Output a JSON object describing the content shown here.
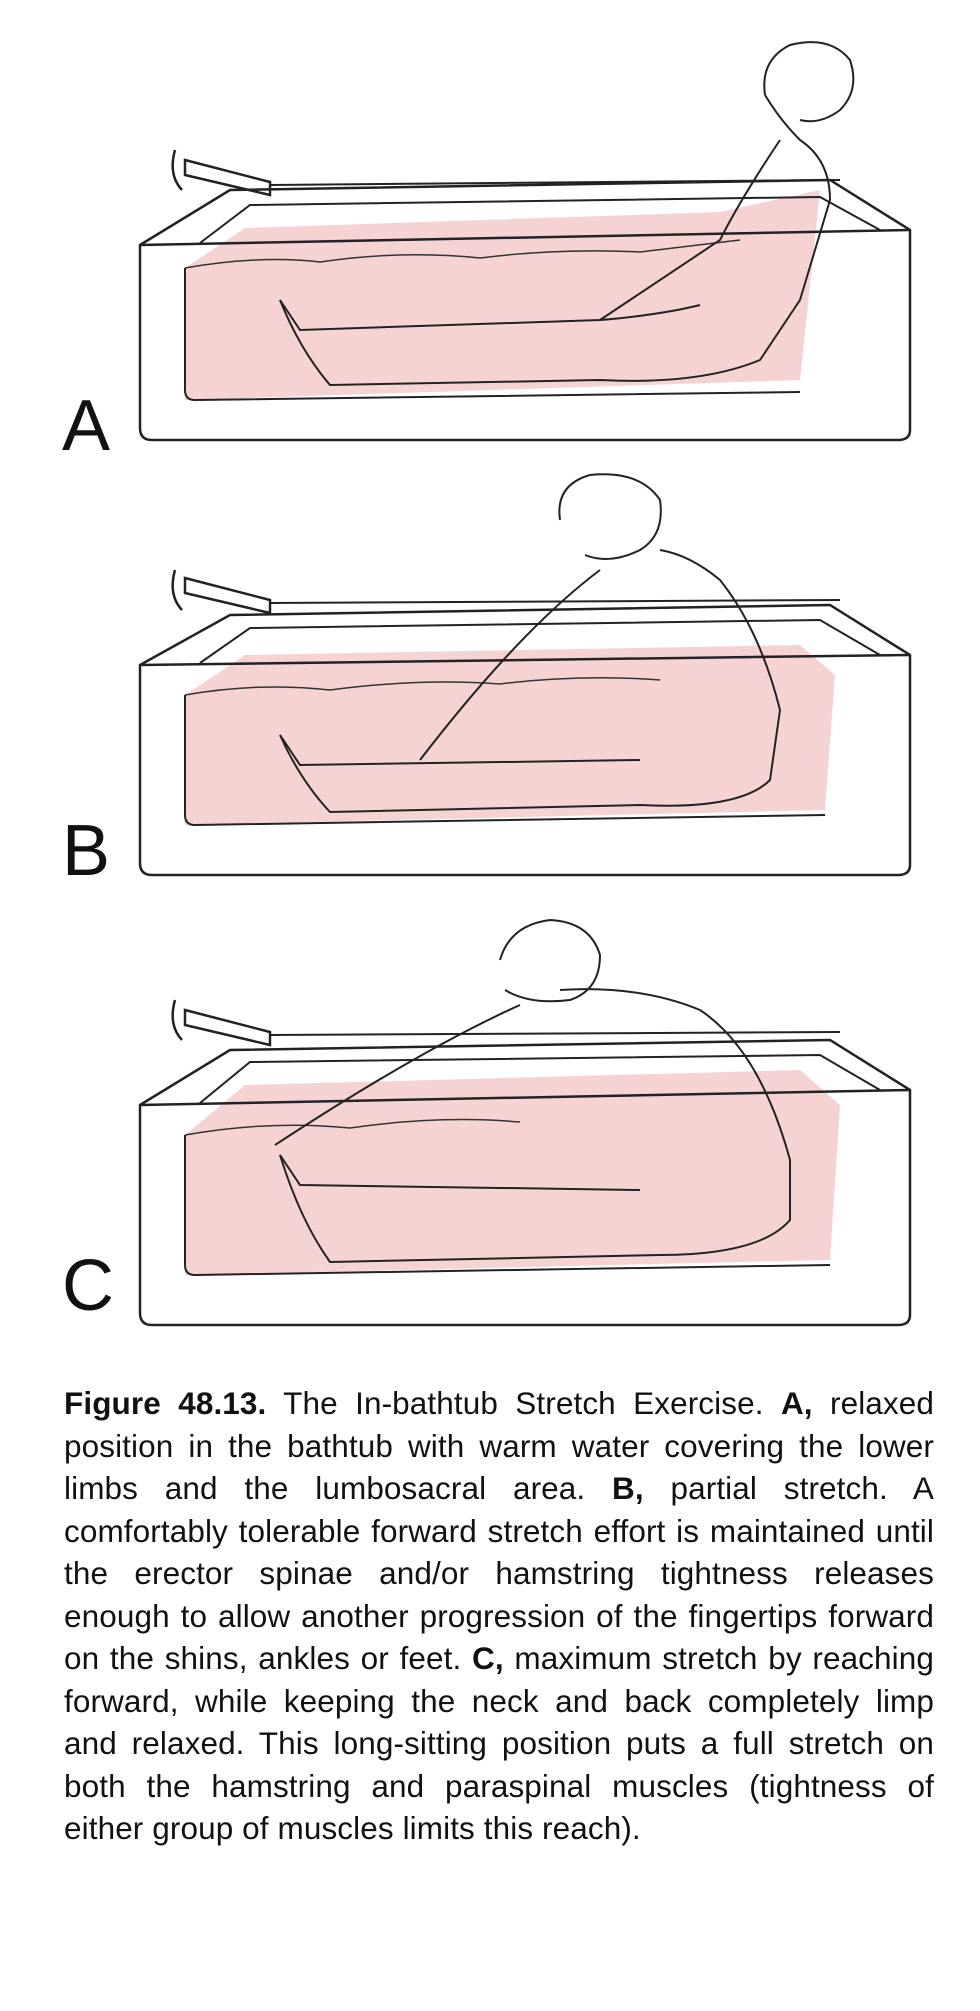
{
  "panels": [
    {
      "letter": "A",
      "caption_label": "A,"
    },
    {
      "letter": "B",
      "caption_label": "B,"
    },
    {
      "letter": "C",
      "caption_label": "C,"
    }
  ],
  "caption": {
    "label": "Figure 48.13.",
    "title": " The In-bathtub Stretch Exercise. ",
    "text_a": " relaxed position in the bathtub with warm water covering the lower limbs and the lumbosacral area. ",
    "text_b": " partial stretch. A comfortably tolerable forward stretch effort is maintained until the erector spinae and/or hamstring tightness releases enough to allow another progression of the fingertips forward on the shins, ankles or feet. ",
    "text_c": " maximum stretch by reaching forward, while keeping the neck and back completely limp and relaxed. This long-sitting position puts a full stretch on both the hamstring and paraspinal muscles (tightness of either group of muscles limits this reach)."
  },
  "colors": {
    "water": "#f6d3d3",
    "ink": "#222222"
  }
}
